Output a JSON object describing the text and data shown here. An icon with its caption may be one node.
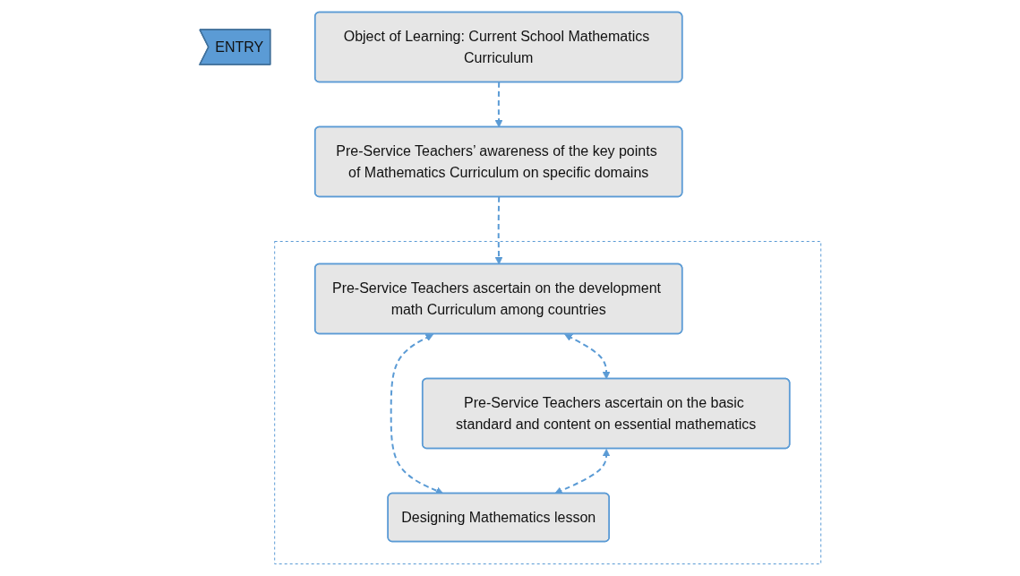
{
  "diagram": {
    "nodes": [
      {
        "text": [
          "ENTRY"
        ]
      },
      {
        "text": [
          "Object of Learning: Current School Mathematics Curriculum"
        ]
      },
      {
        "text": [
          "Pre-Service Teachers’ awareness of the key points of Mathematics Curriculum on specific domains"
        ]
      },
      {
        "text": [],
        "shape": "box"
      },
      {
        "text": [
          "Pre-Service Teachers ascertain on the development math Curriculum among countries"
        ],
        "in": 3
      },
      {
        "text": [
          "Pre-Service Teachers ascertain on the basic standard and content on essential mathematics"
        ],
        "in": 3
      },
      {
        "text": [
          "Designing Mathematics lesson"
        ],
        "in": 3
      }
    ],
    "edges": [
      {
        "from": 1,
        "to": 2,
        "arrow": "to",
        "style": "dashed"
      },
      {
        "from": 2,
        "to": 4,
        "arrow": "to",
        "style": "dashed"
      },
      {
        "from": 4,
        "to": 5,
        "arrow": "both",
        "style": "dashed"
      },
      {
        "from": 4,
        "to": 6,
        "arrow": "both",
        "style": "dashed"
      },
      {
        "from": 5,
        "to": 6,
        "arrow": "both",
        "style": "dashed"
      }
    ]
  }
}
